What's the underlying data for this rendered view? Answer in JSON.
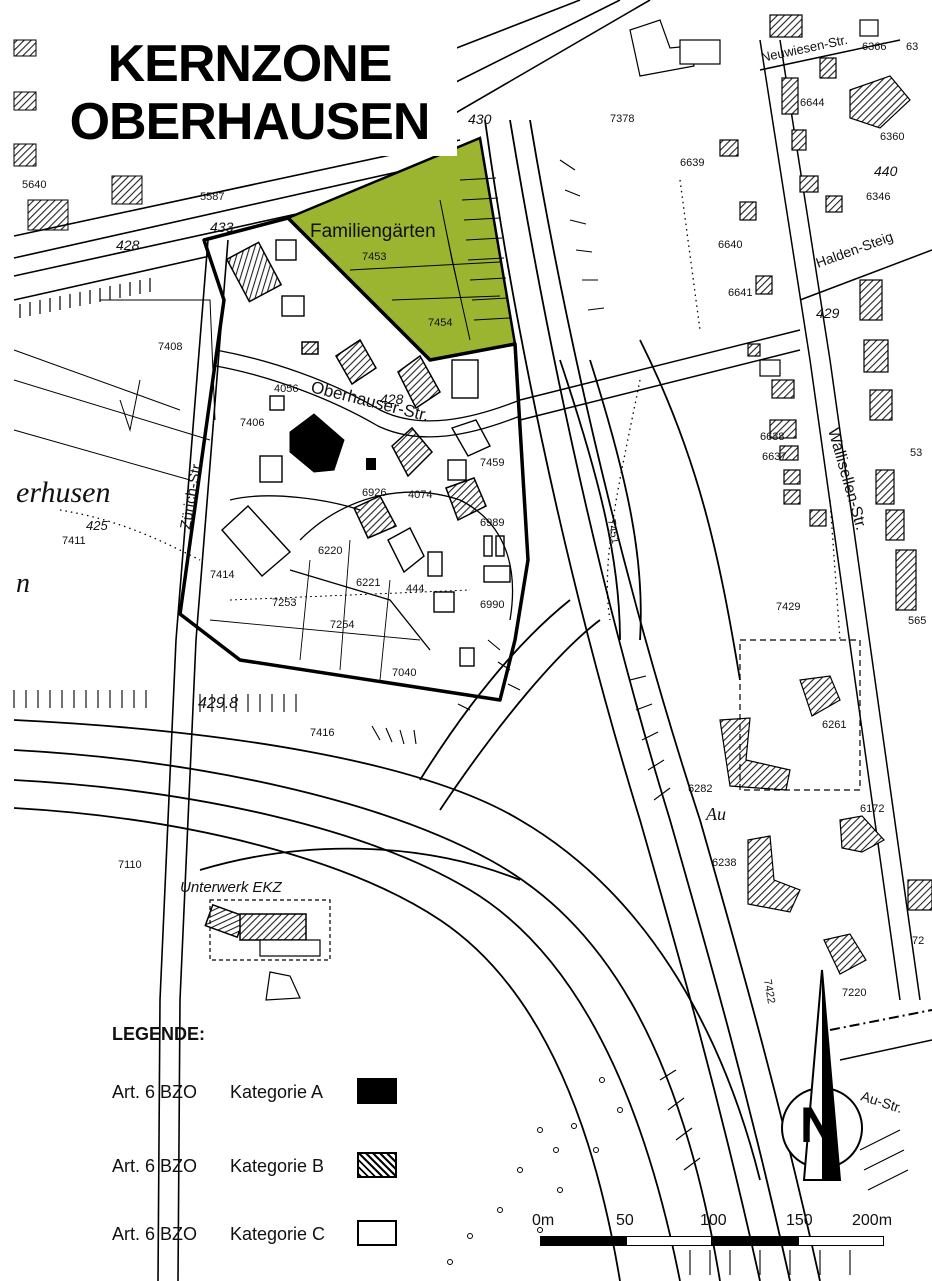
{
  "title": {
    "line1": "KERNZONE",
    "line2": "OBERHAUSEN"
  },
  "colors": {
    "garden": "#9bb531",
    "hatch": "#222222",
    "paper": "#ffffff"
  },
  "map": {
    "area_label": "Familiengärten",
    "places": [
      "Oberhauser-Str.",
      "Neuwiesen-Str.",
      "Halden-Steig",
      "Wallisellen-Str.",
      "Zürich-Str.",
      "Au-Str.",
      "erhusen",
      "Au",
      "Unterwerk EKZ",
      "n"
    ],
    "elevations": [
      "430",
      "433",
      "428",
      "428",
      "425",
      "429",
      "440",
      "429.8"
    ],
    "parcels": [
      "7378",
      "5640",
      "5587",
      "7453",
      "7454",
      "7408",
      "4056",
      "7406",
      "7459",
      "6926",
      "4074",
      "6989",
      "7411",
      "6220",
      "6221",
      "444",
      "6990",
      "7414",
      "7253",
      "7254",
      "7040",
      "7416",
      "7110",
      "6639",
      "6640",
      "6641",
      "6346",
      "6644",
      "6638",
      "6637",
      "7429",
      "6261",
      "6282",
      "6172",
      "6238",
      "7220",
      "7451",
      "7422",
      "6366",
      "6360",
      "565",
      "53",
      "63",
      "72"
    ]
  },
  "legend": {
    "title": "LEGENDE:",
    "items": [
      {
        "art": "Art. 6 BZO",
        "kategorie": "Kategorie A",
        "style": "solid-black"
      },
      {
        "art": "Art. 6 BZO",
        "kategorie": "Kategorie B",
        "style": "hatched"
      },
      {
        "art": "Art. 6 BZO",
        "kategorie": "Kategorie C",
        "style": "outline"
      }
    ]
  },
  "scale_bar": {
    "labels": [
      "0m",
      "50",
      "100",
      "150",
      "200m"
    ]
  },
  "north_arrow": {
    "letter": "N"
  }
}
